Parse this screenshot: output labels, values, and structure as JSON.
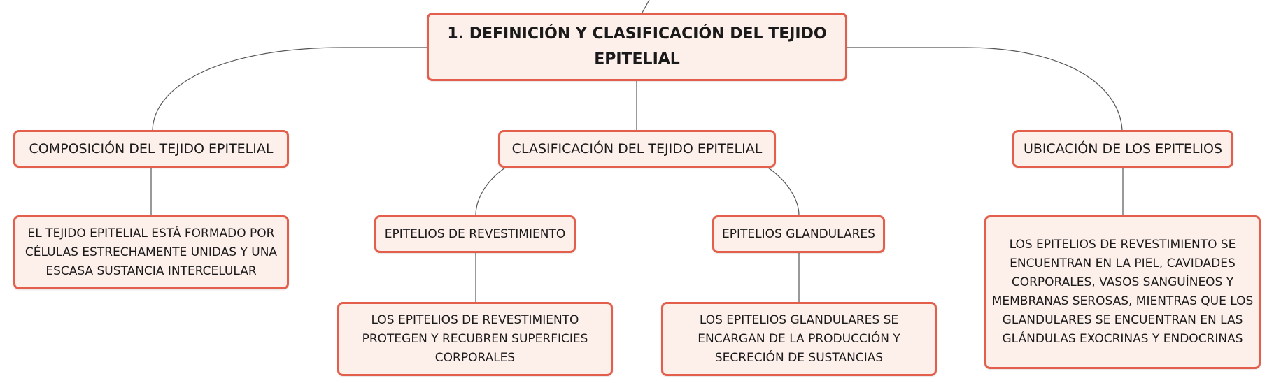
{
  "root": {
    "label": "1. DEFINICIÓN Y CLASIFICACIÓN DEL TEJIDO EPITELIAL"
  },
  "branches": {
    "composicion": {
      "label": "COMPOSICIÓN DEL TEJIDO EPITELIAL",
      "detail": "EL TEJIDO EPITELIAL ESTÁ FORMADO POR CÉLULAS ESTRECHAMENTE UNIDAS Y UNA ESCASA SUSTANCIA INTERCELULAR"
    },
    "clasificacion": {
      "label": "CLASIFICACIÓN DEL TEJIDO EPITELIAL",
      "children": {
        "revestimiento": {
          "label": "EPITELIOS DE REVESTIMIENTO",
          "detail": "LOS EPITELIOS DE REVESTIMIENTO PROTEGEN Y RECUBREN SUPERFICIES CORPORALES"
        },
        "glandulares": {
          "label": "EPITELIOS GLANDULARES",
          "detail": "LOS EPITELIOS GLANDULARES SE ENCARGAN DE LA PRODUCCIÓN Y SECRECIÓN DE SUSTANCIAS"
        }
      }
    },
    "ubicacion": {
      "label": "UBICACIÓN DE LOS EPITELIOS",
      "detail": "LOS EPITELIOS DE REVESTIMIENTO SE ENCUENTRAN EN LA PIEL, CAVIDADES CORPORALES, VASOS SANGUÍNEOS Y MEMBRANAS SEROSAS, MIENTRAS QUE LOS GLANDULARES SE ENCUENTRAN EN LAS GLÁNDULAS EXOCRINAS Y ENDOCRINAS"
    }
  },
  "colors": {
    "node_fill": "#fdefea",
    "node_border": "#e35f4c",
    "connector": "#555555"
  }
}
